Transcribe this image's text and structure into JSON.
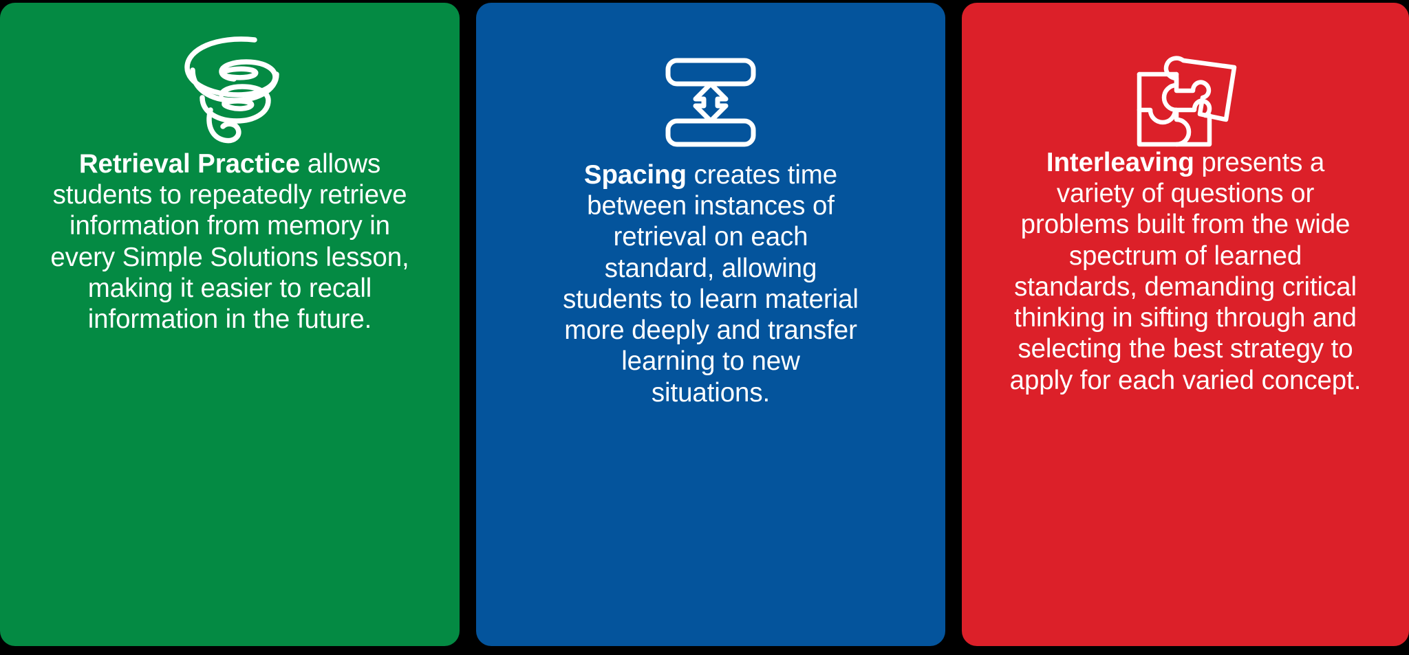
{
  "background_color": "#000000",
  "cards": [
    {
      "id": "retrieval-practice",
      "color": "#048A43",
      "color_name": "green",
      "icon": "tornado-icon",
      "lead": "Retrieval Practice",
      "body": " allows students to repeatedly retrieve information from memory in every Simple Solutions lesson, making it easier to recall information in the future."
    },
    {
      "id": "spacing",
      "color": "#04549C",
      "color_name": "blue",
      "icon": "vertical-spacing-arrow-icon",
      "lead": "Spacing",
      "body": " creates time between instances of retrieval on each standard, allowing students to learn material more deeply and transfer learning to new situations."
    },
    {
      "id": "interleaving",
      "color": "#DC2029",
      "color_name": "red",
      "icon": "puzzle-pieces-icon",
      "lead": "Interleaving",
      "body": " presents a variety of questions or problems built from the wide spectrum of learned standards, demanding critical thinking in sifting through and selecting the best strategy to apply for each varied concept."
    }
  ]
}
